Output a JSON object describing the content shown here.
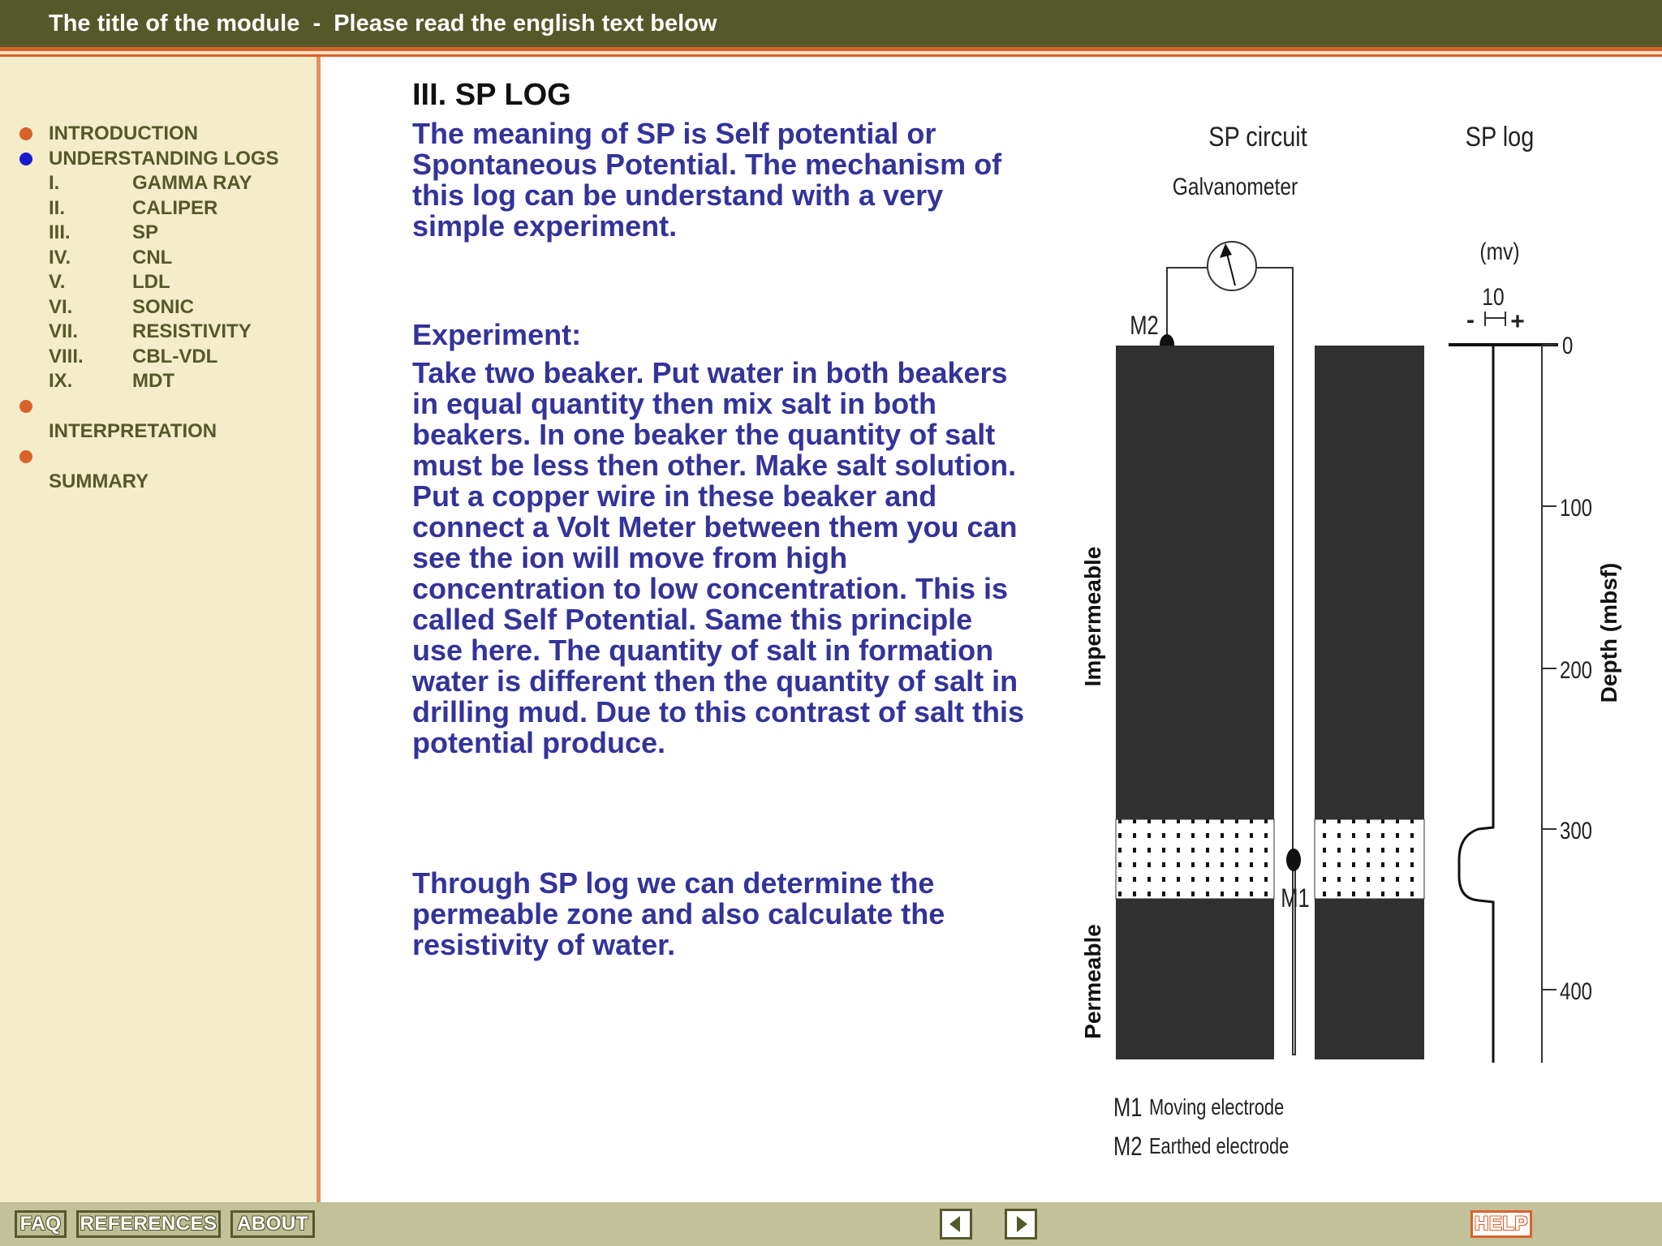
{
  "header": {
    "title": "The title of the module  -  Please read the english text below"
  },
  "sidebar": {
    "items": [
      {
        "label": "INTRODUCTION",
        "dot_color": "#d9622b"
      },
      {
        "label": "UNDERSTANDING LOGS",
        "dot_color": "#1a1acc"
      }
    ],
    "subitems": [
      {
        "num": "I.",
        "label": "GAMMA RAY"
      },
      {
        "num": "II.",
        "label": "CALIPER"
      },
      {
        "num": "III.",
        "label": "SP"
      },
      {
        "num": "IV.",
        "label": "CNL"
      },
      {
        "num": "V.",
        "label": "LDL"
      },
      {
        "num": "VI.",
        "label": "SONIC"
      },
      {
        "num": "VII.",
        "label": "RESISTIVITY"
      },
      {
        "num": "VIII.",
        "label": "CBL-VDL"
      },
      {
        "num": "IX.",
        "label": "MDT"
      }
    ],
    "lower_items": [
      {
        "label": "INTERPRETATION",
        "dot_color": "#d9622b"
      },
      {
        "label": "SUMMARY",
        "dot_color": "#d9622b"
      }
    ]
  },
  "content": {
    "heading": "III. SP LOG",
    "para1": "The meaning of SP is Self potential or Spontaneous Potential. The mechanism of this log can be understand with a very simple experiment.",
    "experiment_title": "Experiment:",
    "para2": "Take two beaker. Put water in both beakers in equal quantity then mix salt in both beakers. In one beaker the quantity of salt must be less then other. Make salt solution. Put a copper wire in these beaker and connect a Volt Meter between them you can see the ion will move from high concentration to low concentration. This is called Self Potential. Same this principle use here. The quantity of salt in formation water is different then the quantity of salt in drilling mud. Due to this contrast of salt this potential produce.",
    "para3": "Through SP log we can determine the permeable zone and also calculate the resistivity of water."
  },
  "diagram": {
    "sp_circuit_label": "SP circuit",
    "sp_log_label": "SP log",
    "galvanometer_label": "Galvanometer",
    "mv_label": "(mv)",
    "scale_value": "10",
    "minus": "-",
    "plus": "+",
    "m2_label": "M2",
    "m1_label": "M1",
    "impermeable_label": "Impermeable",
    "permeable_label": "Permeable",
    "depth_label": "Depth (mbsf)",
    "depth_ticks": [
      "0",
      "100",
      "200",
      "300",
      "400"
    ],
    "legend": [
      {
        "code": "M1",
        "text": "Moving electrode"
      },
      {
        "code": "M2",
        "text": "Earthed electrode"
      }
    ]
  },
  "footer": {
    "faq": "FAQ",
    "references": "REFERENCES",
    "about": "ABOUT",
    "help": "HELP"
  },
  "colors": {
    "header_bg": "#55592a",
    "accent_orange": "#d9622b",
    "sidebar_bg": "#f3edc9",
    "body_text": "#33339a",
    "formation_dark": "#303030"
  }
}
